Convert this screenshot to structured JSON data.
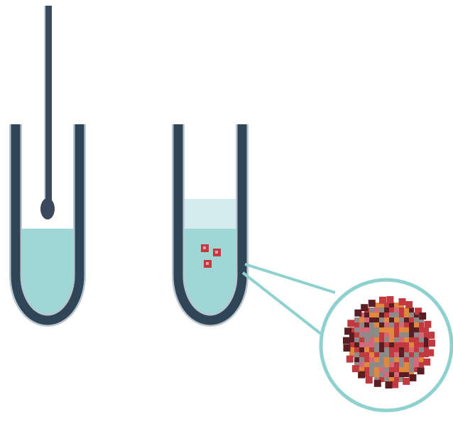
{
  "diagram": {
    "colors": {
      "background": "#ffffff",
      "tube_outline": "#2f4659",
      "tube_edge_light": "#b9c5cf",
      "liquid": "#9fd6d6",
      "liquid_upper": "#d4ebef",
      "swab": "#3a4a5c",
      "swab_highlight": "#c7d0d8",
      "magnifier_ring": "#8fd1cf",
      "virus_red": "#c23a3f",
      "virus_dark": "#5a1e22",
      "virus_gray": "#8e8a8a",
      "virus_orange": "#e0893e",
      "virus_pink": "#d46a78"
    },
    "elements": [
      {
        "name": "tube-with-swab",
        "contents": "liquid",
        "has_swab": true
      },
      {
        "name": "tube-with-particles",
        "contents": "liquid",
        "has_particles": true,
        "particle_count": 3
      },
      {
        "name": "magnifier-circle",
        "depicts": "virus-particle"
      }
    ]
  }
}
